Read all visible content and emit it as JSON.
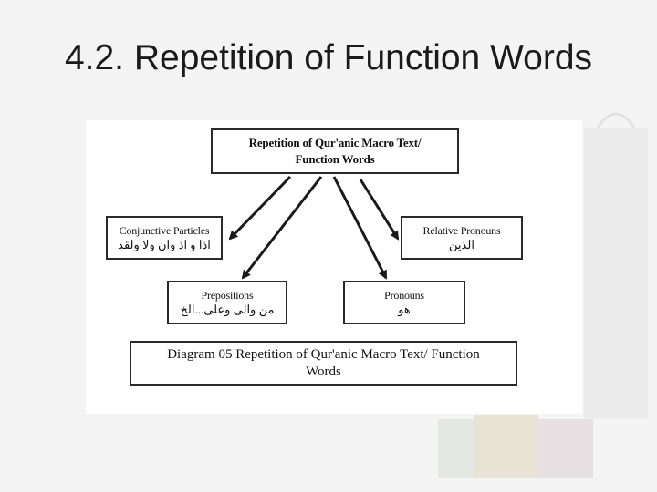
{
  "slide": {
    "title": "4.2. Repetition of Function Words"
  },
  "diagram": {
    "root": {
      "line1": "Repetition of Qur'anic Macro Text/",
      "line2": "Function Words"
    },
    "nodes": {
      "conjunctive": {
        "label": "Conjunctive Particles",
        "arabic": "اذا و اذ وان ولا ولقد"
      },
      "relative": {
        "label": "Relative Pronouns",
        "arabic": "الذين"
      },
      "prepositions": {
        "label": "Prepositions",
        "arabic": "من والى وعلى...الخ"
      },
      "pronouns": {
        "label": "Pronouns",
        "arabic": "هو"
      }
    },
    "caption": {
      "line1": "Diagram 05 Repetition of Qur'anic Macro Text/ Function",
      "line2": "Words"
    }
  },
  "colors": {
    "background": "#f4f4f4",
    "panel": "#ffffff",
    "stroke": "#2a2a2a"
  }
}
